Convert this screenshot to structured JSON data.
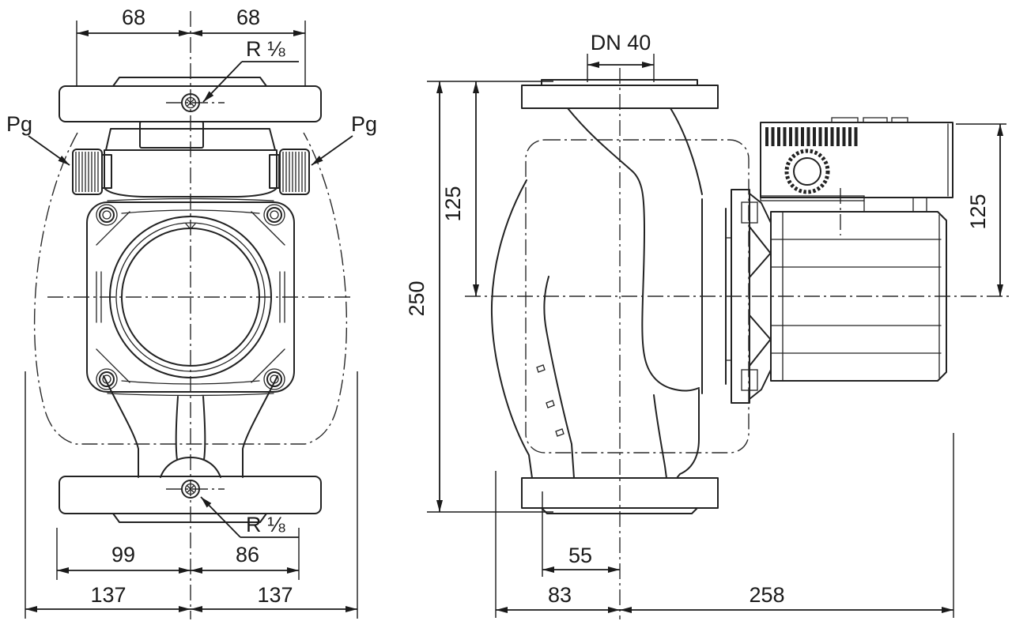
{
  "front_view": {
    "dim_flange_left": "68",
    "dim_flange_right": "68",
    "label_vent_top": "R ⅛",
    "label_gland_left": "Pg",
    "label_gland_right": "Pg",
    "label_vent_bottom": "R ⅛",
    "dim_offset_left": "99",
    "dim_offset_right": "86",
    "dim_width_left": "137",
    "dim_width_right": "137"
  },
  "side_view": {
    "dim_nominal_diameter": "DN 40",
    "dim_port_to_port": "250",
    "dim_axis_height_left": "125",
    "dim_axis_height_right": "125",
    "dim_axis_offset": "55",
    "dim_body_depth": "83",
    "dim_motor_length": "258"
  },
  "colors": {
    "line": "#222222",
    "dimension": "#1a1a1a",
    "background": "#ffffff"
  }
}
